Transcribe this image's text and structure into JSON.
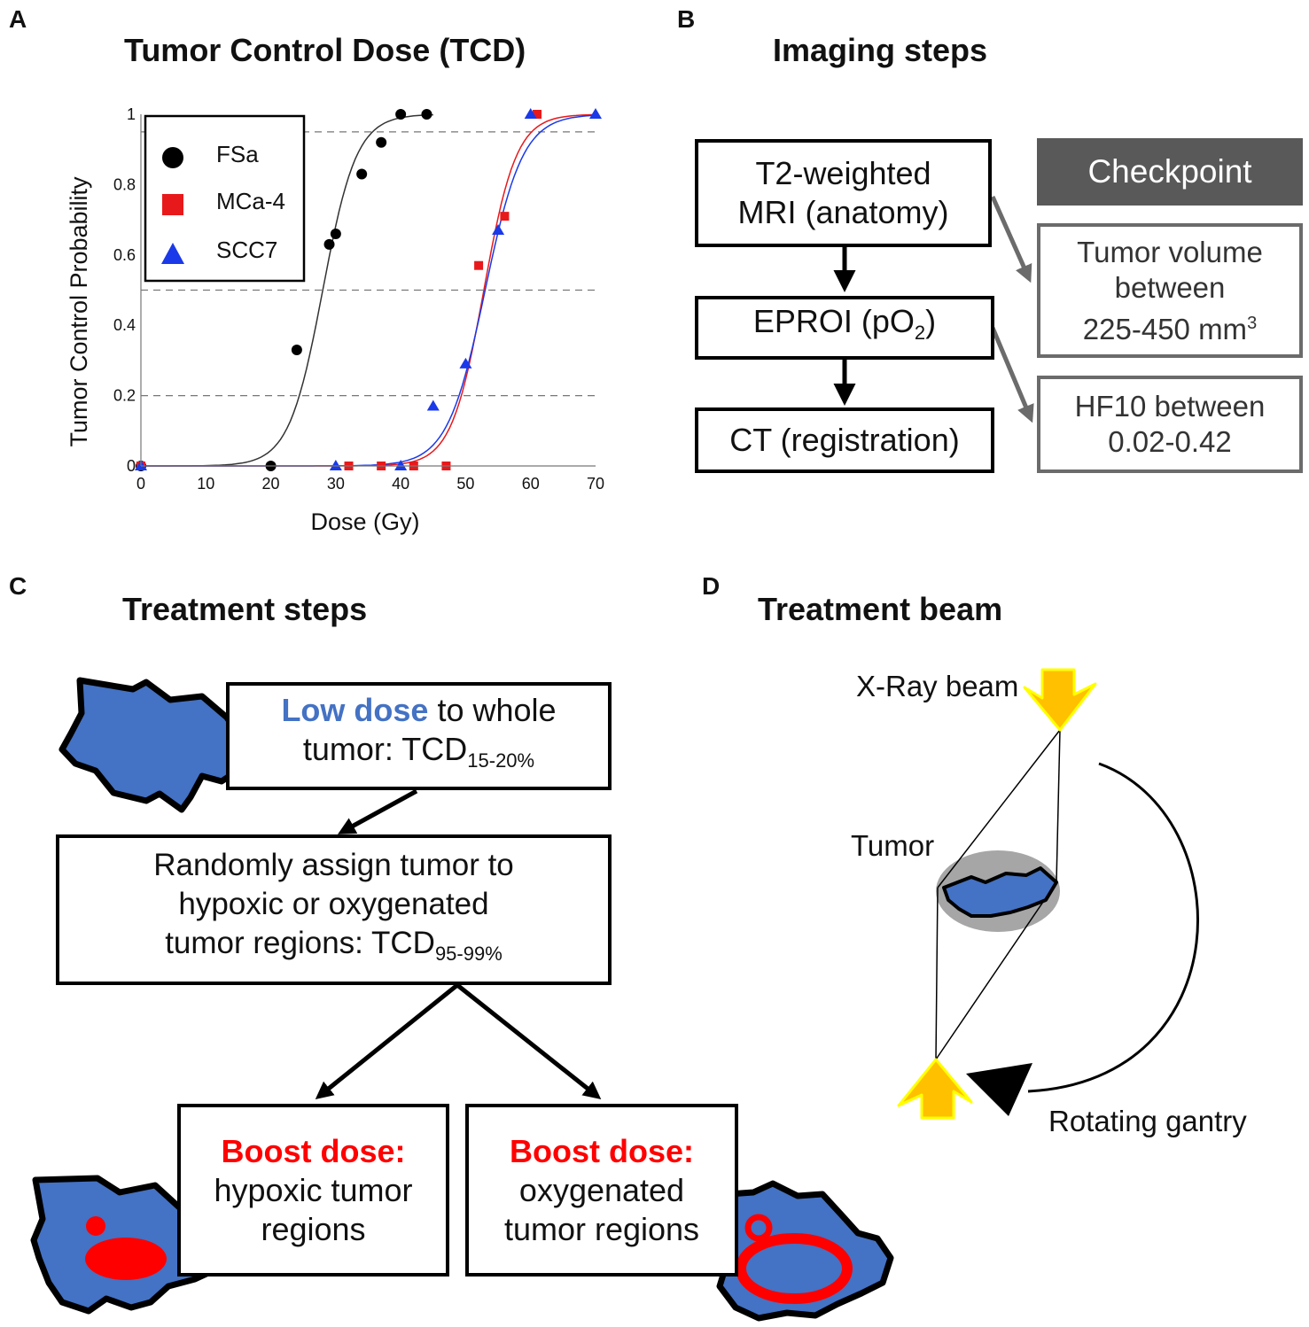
{
  "panels": {
    "a": {
      "letter": "A",
      "title": "Tumor Control Dose (TCD)"
    },
    "b": {
      "letter": "B",
      "title": "Imaging steps"
    },
    "c": {
      "letter": "C",
      "title": "Treatment steps"
    },
    "d": {
      "letter": "D",
      "title": "Treatment beam"
    }
  },
  "chart_data": {
    "type": "scatter",
    "title": "Tumor Control Dose (TCD)",
    "xlabel": "Dose (Gy)",
    "ylabel": "Tumor Control Probability",
    "xlim": [
      0,
      70
    ],
    "ylim": [
      0,
      1
    ],
    "xticks": [
      "0",
      "10",
      "20",
      "30",
      "40",
      "50",
      "60",
      "70"
    ],
    "yticks": [
      "0",
      "0.2",
      "0.4",
      "0.6",
      "0.8",
      "1"
    ],
    "reference_lines": [
      0.2,
      0.5,
      0.95
    ],
    "legend_position": "top-left",
    "series": [
      {
        "name": "FSa",
        "marker": "circle",
        "color": "#000000",
        "points": [
          [
            0,
            0
          ],
          [
            20,
            0
          ],
          [
            24,
            0.33
          ],
          [
            29,
            0.63
          ],
          [
            30,
            0.66
          ],
          [
            34,
            0.83
          ],
          [
            37,
            0.92
          ],
          [
            40,
            1
          ],
          [
            44,
            1
          ]
        ],
        "fit": {
          "td50": 28,
          "width": 2.6,
          "x_end": 45
        }
      },
      {
        "name": "MCa-4",
        "marker": "square",
        "color": "#e8191b",
        "points": [
          [
            0,
            0
          ],
          [
            32,
            0
          ],
          [
            37,
            0
          ],
          [
            42,
            0
          ],
          [
            47,
            0
          ],
          [
            52,
            0.57
          ],
          [
            56,
            0.71
          ],
          [
            61,
            1
          ]
        ],
        "fit": {
          "td50": 52.8,
          "width": 2.5,
          "x_end": 70
        }
      },
      {
        "name": "SCC7",
        "marker": "triangle",
        "color": "#1a39e8",
        "points": [
          [
            0,
            0
          ],
          [
            30,
            0
          ],
          [
            40,
            0
          ],
          [
            45,
            0.17
          ],
          [
            50,
            0.29
          ],
          [
            55,
            0.67
          ],
          [
            60,
            1
          ],
          [
            70,
            1
          ]
        ],
        "fit": {
          "td50": 53,
          "width": 2.9,
          "x_end": 70
        }
      }
    ]
  },
  "imaging": {
    "step1_line1": "T2-weighted",
    "step1_line2": "MRI (anatomy)",
    "step2_pre": "EPROI (pO",
    "step2_sub": "2",
    "step2_post": ")",
    "step3": "CT (registration)",
    "checkpoint": "Checkpoint",
    "check1_line1": "Tumor volume",
    "check1_line2": "between",
    "check1_line3": "225-450 mm",
    "check1_sup": "3",
    "check2_line1": "HF10 between",
    "check2_line2": "0.02-0.42"
  },
  "treatment": {
    "low_dose_highlight": "Low dose",
    "low_dose_rest": " to whole",
    "low_dose_line2": "tumor: TCD",
    "low_dose_sub": "15-20%",
    "assign_line1": "Randomly assign tumor to",
    "assign_line2": "hypoxic or oxygenated",
    "assign_line3": "tumor regions: TCD",
    "assign_sub": "95-99%",
    "boost_label": "Boost dose:",
    "hypoxic_line1": "hypoxic tumor",
    "hypoxic_line2": "regions",
    "oxy_line1": "oxygenated",
    "oxy_line2": "tumor regions",
    "colors": {
      "tumor": "#4472c4",
      "highlight_blue": "#4472c4",
      "boost_red": "#ff0000"
    }
  },
  "beam": {
    "xray_label": "X-Ray beam",
    "tumor_label": "Tumor",
    "gantry_label": "Rotating gantry",
    "colors": {
      "arrow_fill": "#ffc000",
      "arrow_outline": "#ffff00"
    }
  }
}
